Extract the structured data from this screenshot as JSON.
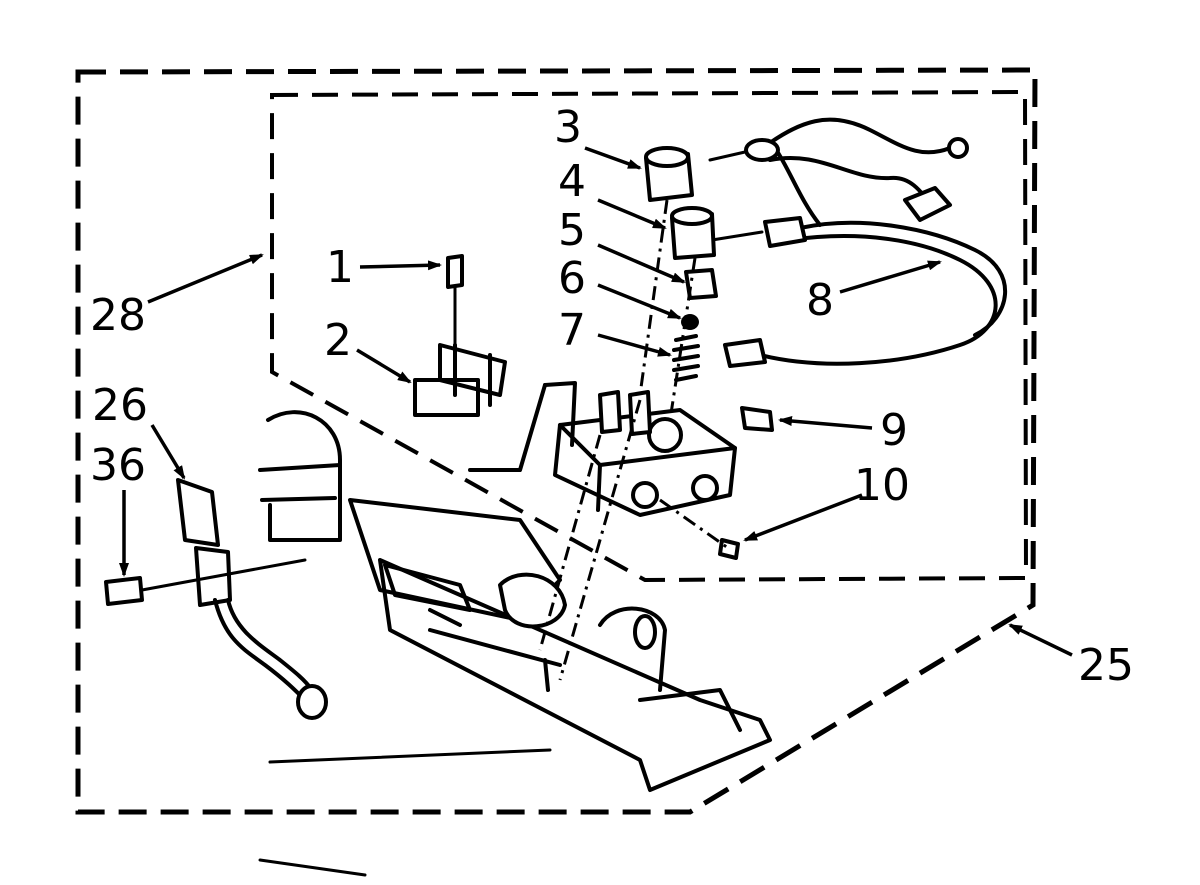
{
  "diagram": {
    "labels": {
      "l1": "1",
      "l2": "2",
      "l3": "3",
      "l4": "4",
      "l5": "5",
      "l6": "6",
      "l7": "7",
      "l8": "8",
      "l9": "9",
      "l10": "10",
      "l25": "25",
      "l26": "26",
      "l28": "28",
      "l36": "36"
    }
  }
}
